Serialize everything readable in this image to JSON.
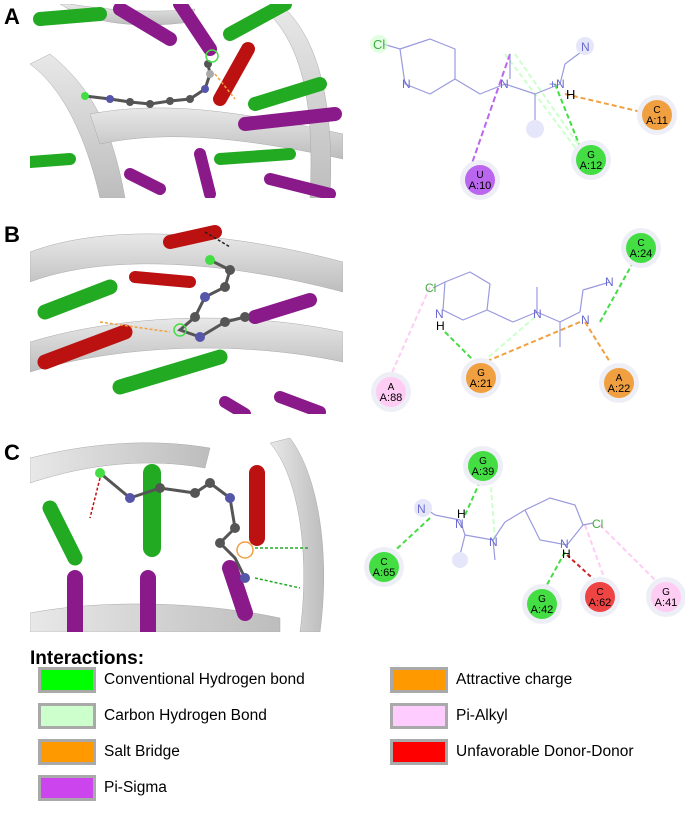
{
  "panels": [
    {
      "letter": "A",
      "atoms": {
        "cl": "Cl",
        "n_ring": "N",
        "n_amine": "N",
        "n_plus": "+N",
        "h": "H",
        "n_nitrile": "N"
      },
      "residues": [
        {
          "res": "C",
          "id": "A:11",
          "type": "attractive_charge"
        },
        {
          "res": "G",
          "id": "A:12",
          "type": "conventional_hbond"
        },
        {
          "res": "U",
          "id": "A:10",
          "type": "pi_sigma"
        }
      ]
    },
    {
      "letter": "B",
      "atoms": {
        "cl": "Cl",
        "nh": "N",
        "h": "H",
        "n_amine": "N",
        "n_imine": "N",
        "n_nitrile": "N"
      },
      "residues": [
        {
          "res": "C",
          "id": "A:24",
          "type": "conventional_hbond"
        },
        {
          "res": "G",
          "id": "A:21",
          "type": "salt_bridge"
        },
        {
          "res": "A",
          "id": "A:22",
          "type": "attractive_charge"
        },
        {
          "res": "A",
          "id": "A:88",
          "type": "pi_alkyl"
        }
      ]
    },
    {
      "letter": "C",
      "atoms": {
        "cl": "Cl",
        "nh_ring": "N",
        "h_ring": "H",
        "n_amine": "N",
        "n_imine": "N",
        "h_imine": "H",
        "n_nitrile": "N"
      },
      "residues": [
        {
          "res": "G",
          "id": "A:39",
          "type": "conventional_hbond"
        },
        {
          "res": "C",
          "id": "A:65",
          "type": "conventional_hbond"
        },
        {
          "res": "G",
          "id": "A:42",
          "type": "conventional_hbond"
        },
        {
          "res": "C",
          "id": "A:62",
          "type": "unfavorable_donor_donor"
        },
        {
          "res": "G",
          "id": "A:41",
          "type": "pi_alkyl"
        }
      ]
    }
  ],
  "legend": {
    "title": "Interactions:",
    "items": [
      {
        "label": "Conventional Hydrogen bond",
        "color": "#00ff00"
      },
      {
        "label": "Carbon Hydrogen Bond",
        "color": "#ccffcc"
      },
      {
        "label": "Salt Bridge",
        "color": "#ff9900"
      },
      {
        "label": "Pi-Sigma",
        "color": "#cc44ee"
      },
      {
        "label": "Attractive charge",
        "color": "#ff9900"
      },
      {
        "label": "Pi-Alkyl",
        "color": "#ffccff"
      },
      {
        "label": "Unfavorable Donor-Donor",
        "color": "#ff0000"
      }
    ]
  },
  "colors": {
    "conventional_hbond": "#44dd44",
    "carbon_hbond": "#ccffcc",
    "salt_bridge": "#f0a040",
    "attractive_charge": "#f0a040",
    "pi_sigma": "#bb66ee",
    "pi_alkyl": "#ffccf4",
    "unfavorable_donor_donor": "#ee4444",
    "bond_line": "#9a9ade",
    "rna_green": "#22aa22",
    "rna_purple": "#8a1a8a",
    "rna_red": "#bb1111",
    "backbone": "#d6d6d6"
  }
}
